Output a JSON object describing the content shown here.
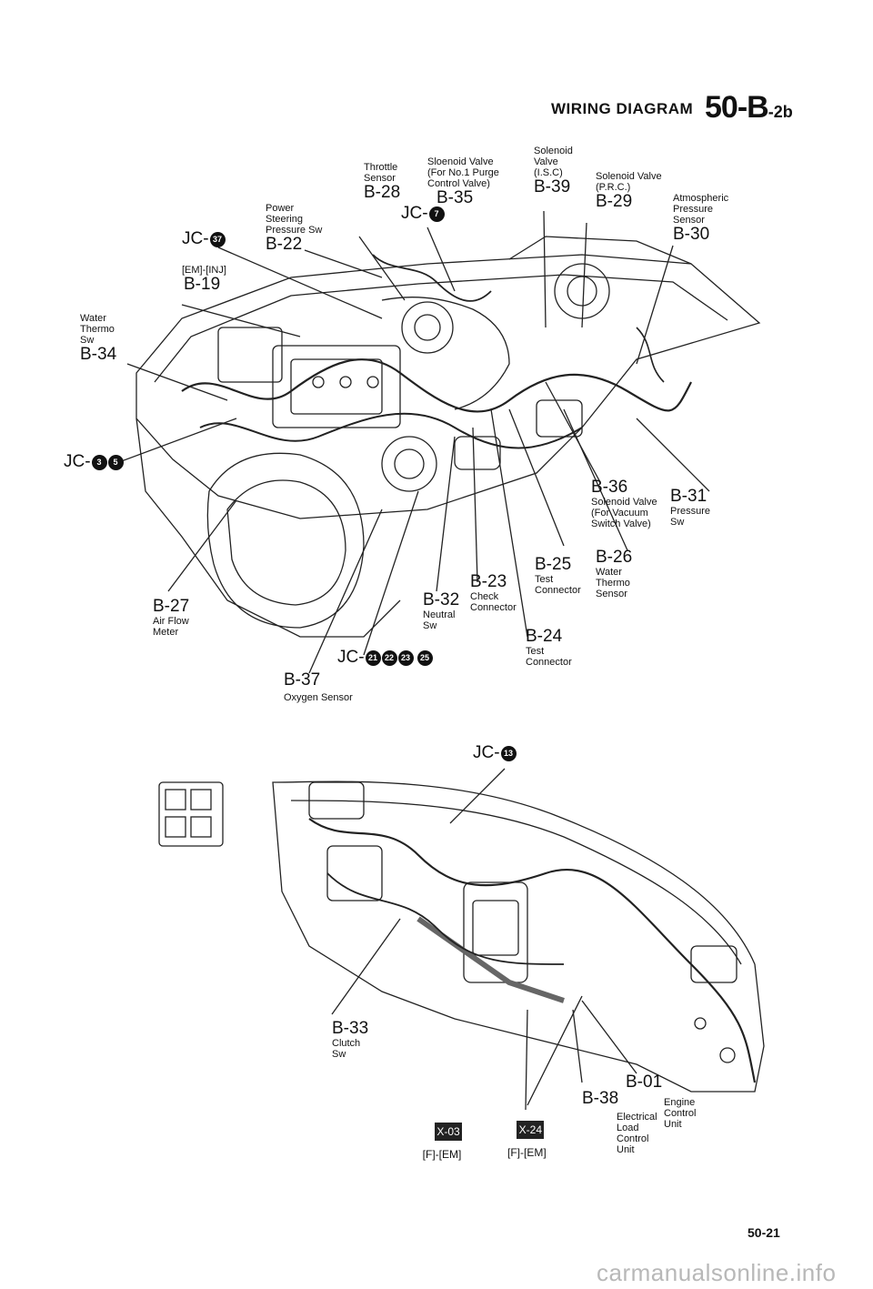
{
  "header": {
    "title": "WIRING DIAGRAM",
    "code_main": "50-B",
    "code_sub": "-2b"
  },
  "labels": [
    {
      "id": "b-28",
      "code": "B-28",
      "desc": "Throttle\nSensor"
    },
    {
      "id": "b-35",
      "code": "B-35",
      "desc": "Sloenoid Valve\n(For No.1 Purge\nControl Valve)"
    },
    {
      "id": "b-39",
      "code": "B-39",
      "desc": "Solenoid\nValve\n(I.S.C)"
    },
    {
      "id": "b-29",
      "code": "B-29",
      "desc": "Solenoid Valve\n(P.R.C.)"
    },
    {
      "id": "b-30",
      "code": "B-30",
      "desc": "Atmospheric\nPressure\nSensor"
    },
    {
      "id": "b-22",
      "code": "B-22",
      "desc": "Power\nSteering\nPressure Sw"
    },
    {
      "id": "b-19",
      "code": "B-19",
      "desc": "[EM]-[INJ]"
    },
    {
      "id": "b-34",
      "code": "B-34",
      "desc": "Water\nThermo\nSw"
    },
    {
      "id": "b-36",
      "code": "B-36",
      "desc": "Solenoid Valve\n(For Vacuum\nSwitch Valve)"
    },
    {
      "id": "b-31",
      "code": "B-31",
      "desc": "Pressure\nSw"
    },
    {
      "id": "b-25",
      "code": "B-25",
      "desc": "Test\nConnector"
    },
    {
      "id": "b-26",
      "code": "B-26",
      "desc": "Water\nThermo\nSensor"
    },
    {
      "id": "b-23",
      "code": "B-23",
      "desc": "Check\nConnector"
    },
    {
      "id": "b-32",
      "code": "B-32",
      "desc": "Neutral\nSw"
    },
    {
      "id": "b-27",
      "code": "B-27",
      "desc": "Air Flow\nMeter"
    },
    {
      "id": "b-24",
      "code": "B-24",
      "desc": "Test\nConnector"
    },
    {
      "id": "b-37",
      "code": "B-37",
      "desc": "Oxygen Sensor"
    },
    {
      "id": "b-33",
      "code": "B-33",
      "desc": "Clutch\nSw"
    },
    {
      "id": "b-38",
      "code": "B-38",
      "desc": "Electrical\nLoad\nControl\nUnit"
    },
    {
      "id": "b-01",
      "code": "B-01",
      "desc": "Engine\nControl\nUnit"
    }
  ],
  "junctions": [
    {
      "id": "jc-37",
      "prefix": "JC-",
      "nums": [
        "37"
      ]
    },
    {
      "id": "jc-7",
      "prefix": "JC-",
      "nums": [
        "7"
      ]
    },
    {
      "id": "jc-3-5",
      "prefix": "JC-",
      "nums": [
        "3",
        "5"
      ]
    },
    {
      "id": "jc-21-25",
      "prefix": "JC-",
      "nums": [
        "21",
        "22",
        "23",
        "25"
      ]
    },
    {
      "id": "jc-13",
      "prefix": "JC-",
      "nums": [
        "13"
      ]
    }
  ],
  "connectors": [
    {
      "id": "x-03",
      "badge": "X-03",
      "label": "[F]-[EM]"
    },
    {
      "id": "x-24",
      "badge": "X-24",
      "label": "[F]-[EM]"
    }
  ],
  "page_number": "50-21",
  "watermark": "carmanualsonline.info"
}
